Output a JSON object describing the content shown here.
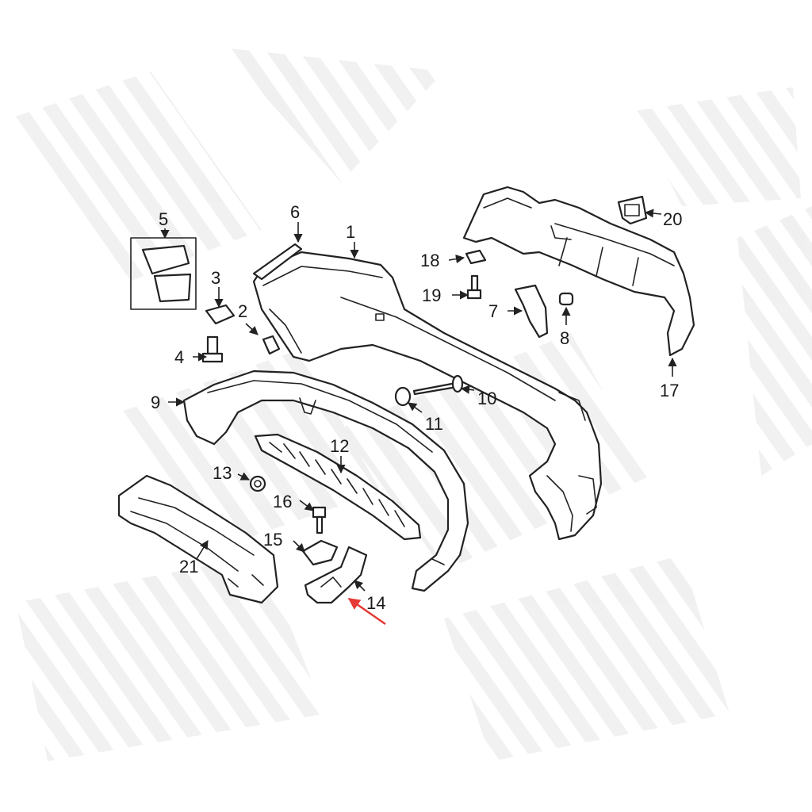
{
  "diagram": {
    "callouts": [
      {
        "id": "1",
        "label": "1"
      },
      {
        "id": "2",
        "label": "2"
      },
      {
        "id": "3",
        "label": "3"
      },
      {
        "id": "4",
        "label": "4"
      },
      {
        "id": "5",
        "label": "5"
      },
      {
        "id": "6",
        "label": "6"
      },
      {
        "id": "7",
        "label": "7"
      },
      {
        "id": "8",
        "label": "8"
      },
      {
        "id": "9",
        "label": "9"
      },
      {
        "id": "10",
        "label": "10"
      },
      {
        "id": "11",
        "label": "11"
      },
      {
        "id": "12",
        "label": "12"
      },
      {
        "id": "13",
        "label": "13"
      },
      {
        "id": "14",
        "label": "14"
      },
      {
        "id": "15",
        "label": "15"
      },
      {
        "id": "16",
        "label": "16"
      },
      {
        "id": "17",
        "label": "17"
      },
      {
        "id": "18",
        "label": "18"
      },
      {
        "id": "19",
        "label": "19"
      },
      {
        "id": "20",
        "label": "20"
      },
      {
        "id": "21",
        "label": "21"
      }
    ],
    "highlighted_part": "14",
    "colors": {
      "line": "#222222",
      "highlight_arrow": "#e53935",
      "watermark": "#ececec",
      "background": "#ffffff"
    }
  }
}
